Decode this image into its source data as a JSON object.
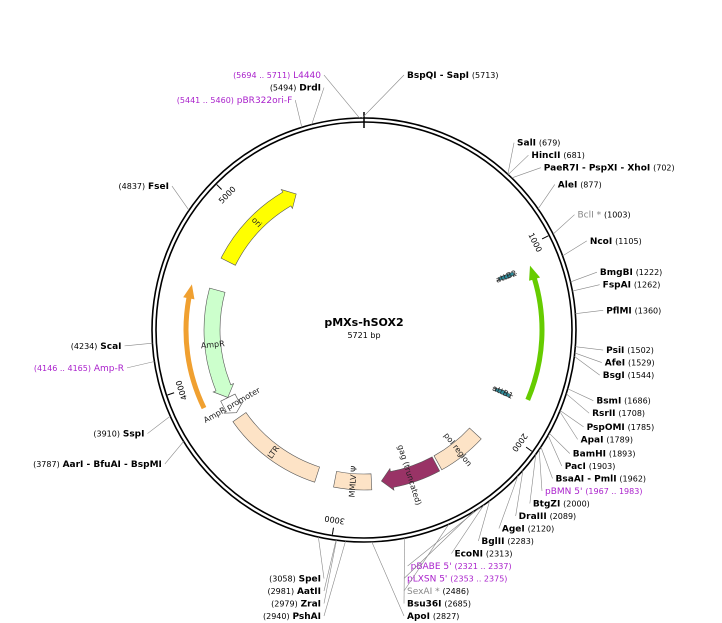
{
  "map": {
    "name": "pMXs-hSOX2",
    "size_label": "5721 bp",
    "total_bp": 5721
  },
  "ticks": [
    {
      "label": "1000",
      "pos": 1000
    },
    {
      "label": "2000",
      "pos": 2000
    },
    {
      "label": "3000",
      "pos": 3000
    },
    {
      "label": "4000",
      "pos": 4000
    },
    {
      "label": "5000",
      "pos": 5000
    }
  ],
  "features": [
    {
      "name": "ori",
      "start": 4715,
      "end": 5300,
      "color": "#ffff00",
      "dir": 1,
      "track": 2,
      "label": "ori"
    },
    {
      "name": "AmpR",
      "start": 3872,
      "end": 4532,
      "color": "#ccffcc",
      "dir": -1,
      "track": 2,
      "label": "AmpR"
    },
    {
      "name": "AmpR promoter",
      "start": 3767,
      "end": 3871,
      "color": "#ffffff",
      "dir": -1,
      "track": 2,
      "label": "AmpR promoter"
    },
    {
      "name": "LTR",
      "start": 3146,
      "end": 3735,
      "color": "#fde3c6",
      "dir": 0,
      "track": 2,
      "label": "LTR"
    },
    {
      "name": "MMLV Psi",
      "start": 2816,
      "end": 3035,
      "color": "#fde3c6",
      "dir": 0,
      "track": 2,
      "label": "MMLV Ψ"
    },
    {
      "name": "gag (truncated)",
      "start": 2412,
      "end": 2756,
      "color": "#993366",
      "dir": 1,
      "track": 2,
      "label": "gag (truncated)"
    },
    {
      "name": "pol region",
      "start": 2112,
      "end": 2398,
      "color": "#fde3c6",
      "dir": 0,
      "track": 2,
      "label": "pol region"
    },
    {
      "name": "attB1",
      "start": 1802,
      "end": 1826,
      "color": "#2e8b9a",
      "dir": -1,
      "track": 2,
      "label": "attB1"
    },
    {
      "name": "attB2",
      "start": 1092,
      "end": 1116,
      "color": "#2e8b9a",
      "dir": 1,
      "track": 2,
      "label": "attB2"
    },
    {
      "name": "hSOX2",
      "start": 1100,
      "end": 1795,
      "color": "#66cc00",
      "dir": -1,
      "track": 1,
      "label": ""
    },
    {
      "name": "AmpR orange",
      "start": 3880,
      "end": 4520,
      "color": "#f0a030",
      "dir": 1,
      "track": 1,
      "label": ""
    }
  ],
  "sites": [
    {
      "name": "BspQI - SapI",
      "pos_label": "(5713)",
      "bp": 5713,
      "side": "right",
      "color": "#000000"
    },
    {
      "name": "SalI",
      "pos_label": "(679)",
      "bp": 679,
      "side": "right",
      "color": "#000000"
    },
    {
      "name": "HincII",
      "pos_label": "(681)",
      "bp": 681,
      "side": "right",
      "color": "#000000"
    },
    {
      "name": "PaeR7I - PspXI - XhoI",
      "pos_label": "(702)",
      "bp": 702,
      "side": "right",
      "color": "#000000"
    },
    {
      "name": "AleI",
      "pos_label": "(877)",
      "bp": 877,
      "side": "right",
      "color": "#000000"
    },
    {
      "name": "BclI *",
      "pos_label": "(1003)",
      "bp": 1003,
      "side": "right",
      "color": "#888888"
    },
    {
      "name": "NcoI",
      "pos_label": "(1105)",
      "bp": 1105,
      "side": "right",
      "color": "#000000"
    },
    {
      "name": "BmgBI",
      "pos_label": "(1222)",
      "bp": 1222,
      "side": "right",
      "color": "#000000"
    },
    {
      "name": "FspAI",
      "pos_label": "(1262)",
      "bp": 1262,
      "side": "right",
      "color": "#000000"
    },
    {
      "name": "PflMI",
      "pos_label": "(1360)",
      "bp": 1360,
      "side": "right",
      "color": "#000000"
    },
    {
      "name": "PsiI",
      "pos_label": "(1502)",
      "bp": 1502,
      "side": "right",
      "color": "#000000"
    },
    {
      "name": "AfeI",
      "pos_label": "(1529)",
      "bp": 1529,
      "side": "right",
      "color": "#000000"
    },
    {
      "name": "BsgI",
      "pos_label": "(1544)",
      "bp": 1544,
      "side": "right",
      "color": "#000000"
    },
    {
      "name": "BsmI",
      "pos_label": "(1686)",
      "bp": 1686,
      "side": "right",
      "color": "#000000"
    },
    {
      "name": "RsrII",
      "pos_label": "(1708)",
      "bp": 1708,
      "side": "right",
      "color": "#000000"
    },
    {
      "name": "PspOMI",
      "pos_label": "(1785)",
      "bp": 1785,
      "side": "right",
      "color": "#000000"
    },
    {
      "name": "ApaI",
      "pos_label": "(1789)",
      "bp": 1789,
      "side": "right",
      "color": "#000000"
    },
    {
      "name": "BamHI",
      "pos_label": "(1893)",
      "bp": 1893,
      "side": "right",
      "color": "#000000"
    },
    {
      "name": "PacI",
      "pos_label": "(1903)",
      "bp": 1903,
      "side": "right",
      "color": "#000000"
    },
    {
      "name": "BsaAI - PmlI",
      "pos_label": "(1962)",
      "bp": 1962,
      "side": "right",
      "color": "#000000"
    },
    {
      "name": "pBMN 5'",
      "pos_label": "(1967 .. 1983)",
      "bp": 1975,
      "side": "right",
      "color": "#aa22cc"
    },
    {
      "name": "BtgZI",
      "pos_label": "(2000)",
      "bp": 2000,
      "side": "right",
      "color": "#000000"
    },
    {
      "name": "DraIII",
      "pos_label": "(2089)",
      "bp": 2089,
      "side": "right",
      "color": "#000000"
    },
    {
      "name": "AgeI",
      "pos_label": "(2120)",
      "bp": 2120,
      "side": "right",
      "color": "#000000"
    },
    {
      "name": "BglII",
      "pos_label": "(2283)",
      "bp": 2283,
      "side": "right",
      "color": "#000000"
    },
    {
      "name": "EcoNI",
      "pos_label": "(2313)",
      "bp": 2313,
      "side": "right",
      "color": "#000000"
    },
    {
      "name": "pBABE 5'",
      "pos_label": "(2321 .. 2337)",
      "bp": 2329,
      "side": "right",
      "color": "#aa22cc"
    },
    {
      "name": "pLXSN 5'",
      "pos_label": "(2353 .. 2375)",
      "bp": 2364,
      "side": "right",
      "color": "#aa22cc"
    },
    {
      "name": "SexAI *",
      "pos_label": "(2486)",
      "bp": 2486,
      "side": "right",
      "color": "#888888"
    },
    {
      "name": "Bsu36I",
      "pos_label": "(2685)",
      "bp": 2685,
      "side": "right",
      "color": "#000000"
    },
    {
      "name": "ApoI",
      "pos_label": "(2827)",
      "bp": 2827,
      "side": "right",
      "color": "#000000"
    },
    {
      "name": "PshAI",
      "pos_label": "(2940)",
      "bp": 2940,
      "side": "left",
      "color": "#000000"
    },
    {
      "name": "ZraI",
      "pos_label": "(2979)",
      "bp": 2979,
      "side": "left",
      "color": "#000000"
    },
    {
      "name": "AatII",
      "pos_label": "(2981)",
      "bp": 2981,
      "side": "left",
      "color": "#000000"
    },
    {
      "name": "SpeI",
      "pos_label": "(3058)",
      "bp": 3058,
      "side": "left",
      "color": "#000000"
    },
    {
      "name": "AarI - BfuAI - BspMI",
      "pos_label": "(3787)",
      "bp": 3787,
      "side": "left",
      "color": "#000000"
    },
    {
      "name": "SspI",
      "pos_label": "(3910)",
      "bp": 3910,
      "side": "left",
      "color": "#000000"
    },
    {
      "name": "Amp-R",
      "pos_label": "(4146 .. 4165)",
      "bp": 4155,
      "side": "left",
      "color": "#aa22cc"
    },
    {
      "name": "ScaI",
      "pos_label": "(4234)",
      "bp": 4234,
      "side": "left",
      "color": "#000000"
    },
    {
      "name": "FseI",
      "pos_label": "(4837)",
      "bp": 4837,
      "side": "left",
      "color": "#000000"
    },
    {
      "name": "pBR322ori-F",
      "pos_label": "(5441 .. 5460)",
      "bp": 5450,
      "side": "left",
      "color": "#aa22cc"
    },
    {
      "name": "DrdI",
      "pos_label": "(5494)",
      "bp": 5494,
      "side": "left",
      "color": "#000000"
    },
    {
      "name": "L4440",
      "pos_label": "(5694 .. 5711)",
      "bp": 5702,
      "side": "left",
      "color": "#aa22cc"
    }
  ]
}
